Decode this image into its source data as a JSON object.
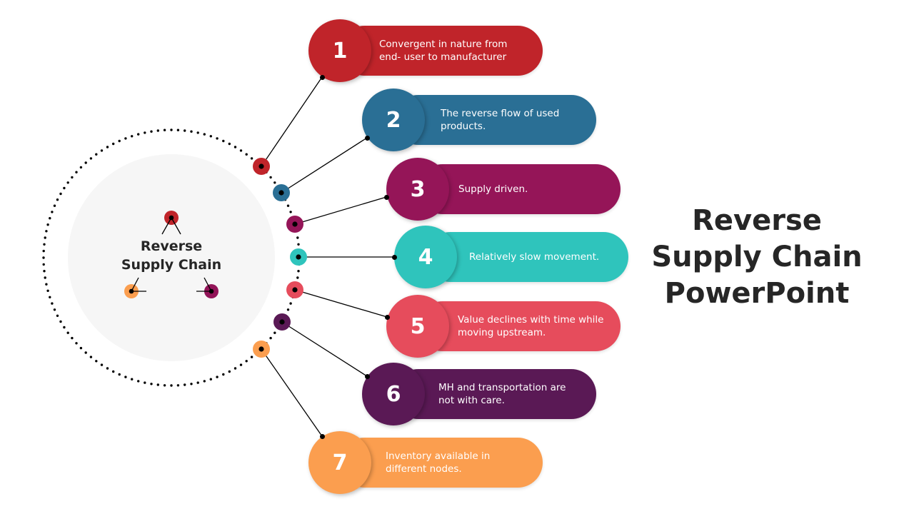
{
  "title": {
    "line1": "Reverse",
    "line2": "Supply Chain",
    "line3": "PowerPoint"
  },
  "center": {
    "line1": "Reverse",
    "line2": "Supply  Chain",
    "node_colors": [
      "#c0242a",
      "#fb9e4f",
      "#921458"
    ]
  },
  "colors": {
    "dotted_ring": "#000000",
    "inner_disc": "#f6f6f6",
    "text_dark": "#262626",
    "connector": "#000000"
  },
  "items": [
    {
      "number": "1",
      "text": "Convergent in nature from end- user to manufacturer",
      "color": "#c0242a",
      "icon": "number-badge"
    },
    {
      "number": "2",
      "text": "The reverse flow of used products.",
      "color": "#2a6f95",
      "icon": "number-badge"
    },
    {
      "number": "3",
      "text": "Supply driven.",
      "color": "#951558",
      "icon": "number-badge"
    },
    {
      "number": "4",
      "text": "Relatively slow movement.",
      "color": "#2fc4bc",
      "icon": "number-badge"
    },
    {
      "number": "5",
      "text": "Value declines with time while moving upstream.",
      "color": "#e64c5c",
      "icon": "number-badge"
    },
    {
      "number": "6",
      "text": "MH and transportation are not with care.",
      "color": "#5a1955",
      "icon": "number-badge"
    },
    {
      "number": "7",
      "text": "Inventory available in different nodes.",
      "color": "#fb9e4f",
      "icon": "number-badge"
    }
  ]
}
